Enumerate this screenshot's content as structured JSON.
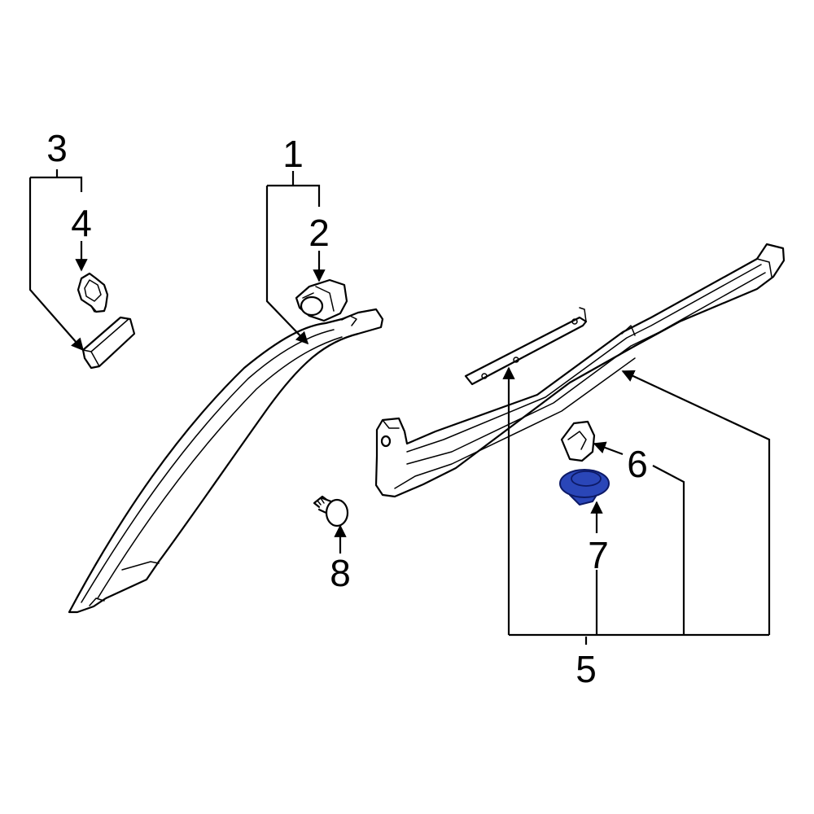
{
  "callouts": {
    "c1": "1",
    "c2": "2",
    "c3": "3",
    "c4": "4",
    "c5": "5",
    "c6": "6",
    "c7": "7",
    "c8": "8"
  },
  "colors": {
    "highlight_fill": "#2a46b8",
    "highlight_stroke": "#0d1a66",
    "line": "#000000",
    "background": "#ffffff"
  }
}
